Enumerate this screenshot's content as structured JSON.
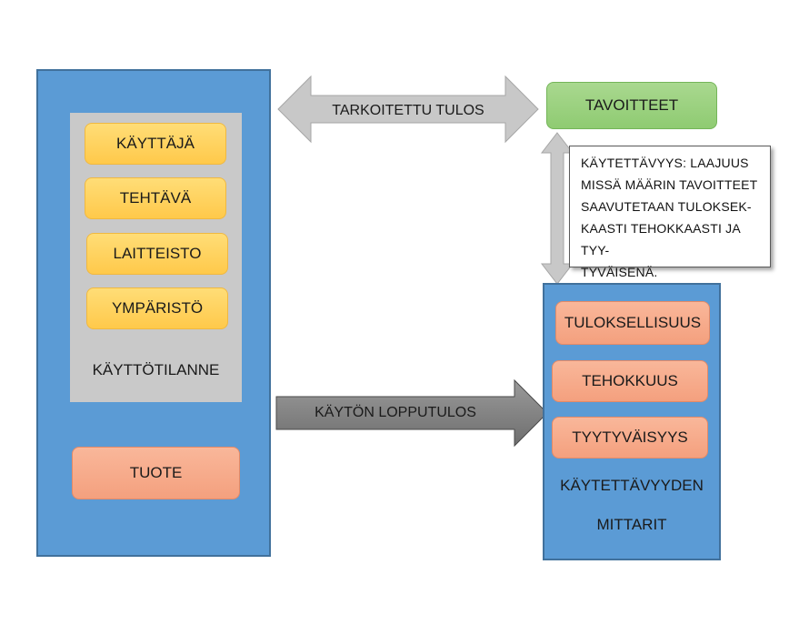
{
  "left_panel": {
    "context_items": [
      "KÄYTTÄJÄ",
      "TEHTÄVÄ",
      "LAITTEISTO",
      "YMPÄRISTÖ"
    ],
    "context_label": "KÄYTTÖTILANNE",
    "product_label": "TUOTE"
  },
  "arrows": {
    "intended_result": "TARKOITETTU TULOS",
    "usage_result": "KÄYTÖN LOPPUTULOS"
  },
  "goals_label": "TAVOITTEET",
  "definition_note": {
    "lines": [
      "KÄYTETTÄVYYS: LAAJUUS",
      "MISSÄ MÄÄRIN TAVOITTEET",
      "SAAVUTETAAN TULOKSEK-",
      "KAASTI TEHOKKAASTI JA TYY-",
      "TYVÄISENÄ."
    ]
  },
  "right_panel": {
    "measures": [
      "TULOKSELLISUUS",
      "TEHOKKUUS",
      "TYYTYVÄISYYS"
    ],
    "label_line1": "KÄYTETTÄVYYDEN",
    "label_line2": "MITTARIT"
  },
  "colors": {
    "panel_blue": "#5b9bd5",
    "context_gray": "#c9c9c9",
    "item_yellow": "#ffcc55",
    "item_salmon": "#f4a689",
    "goal_green": "#9bd17f",
    "arrow_light_gray": "#c8c8c8",
    "arrow_dark_gray": "#7f7f7f"
  }
}
